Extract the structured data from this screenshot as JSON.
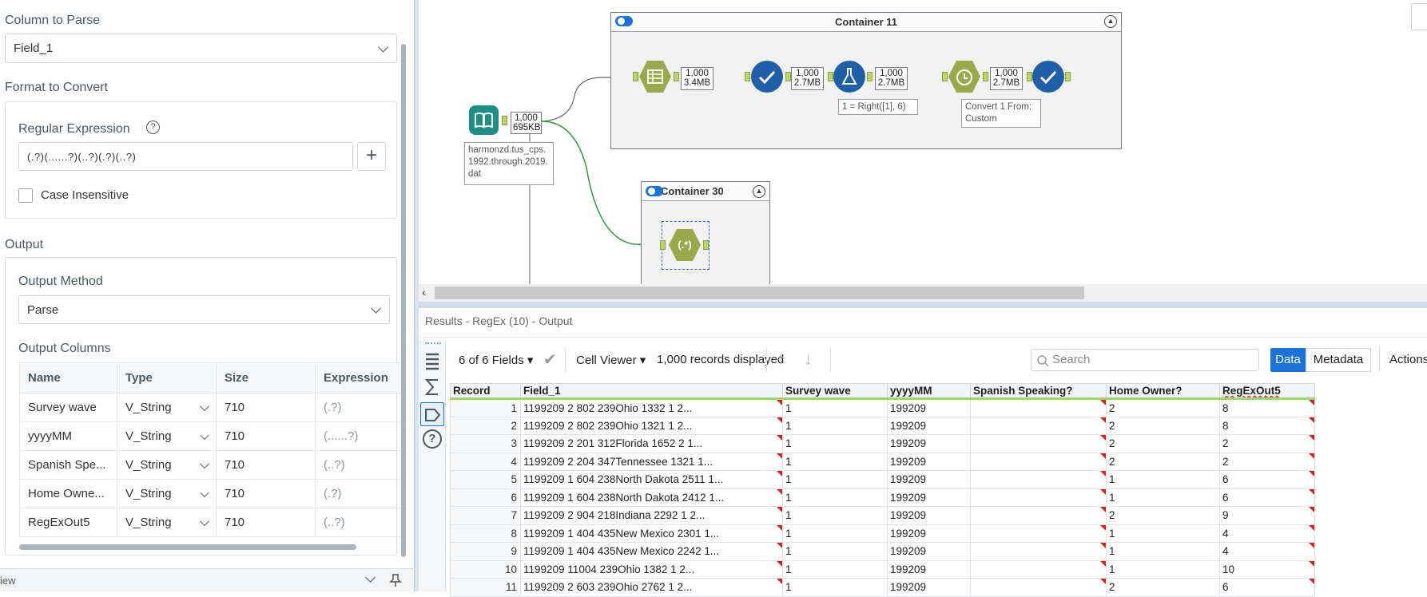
{
  "config": {
    "column_to_parse_label": "Column to Parse",
    "column_to_parse_value": "Field_1",
    "format_to_convert_label": "Format to Convert",
    "regex_label": "Regular Expression",
    "regex_value": "(.?)(......?)(..?)(.?)(..?)",
    "case_insensitive_label": "Case Insensitive",
    "output_label": "Output",
    "output_method_label": "Output Method",
    "output_method_value": "Parse",
    "output_columns_label": "Output Columns",
    "columns_headers": [
      "Name",
      "Type",
      "Size",
      "Expression"
    ],
    "columns": [
      {
        "name": "Survey wave",
        "type": "V_String",
        "size": "710",
        "expr": "(.?)"
      },
      {
        "name": "yyyyMM",
        "type": "V_String",
        "size": "710",
        "expr": "(......?)"
      },
      {
        "name": "Spanish Spe...",
        "type": "V_String",
        "size": "710",
        "expr": "(..?)"
      },
      {
        "name": "Home Owne...",
        "type": "V_String",
        "size": "710",
        "expr": "(.?)"
      },
      {
        "name": "RegExOut5",
        "type": "V_String",
        "size": "710",
        "expr": "(..?)"
      }
    ],
    "bottom_tab_label": "iew"
  },
  "canvas": {
    "container11_title": "Container 11",
    "container30_title": "Container 30",
    "input_records": "1,000",
    "input_size": "695KB",
    "input_annotation": "harmonzd.tus_cps.1992.through.2019.dat",
    "conn1_records": "1,000",
    "conn1_size": "3.4MB",
    "conn2_records": "1,000",
    "conn2_size": "2.7MB",
    "conn3_records": "1,000",
    "conn3_size": "2.7MB",
    "conn4_records": "1,000",
    "conn4_size": "2.7MB",
    "formula_annotation": "1 = Right([1], 6)",
    "convert_annotation": "Convert 1 From: Custom",
    "regex_tool_glyph": "(.*)"
  },
  "results": {
    "title": "Results - RegEx (10) - Output",
    "fields_label": "6 of 6 Fields",
    "cell_viewer_label": "Cell Viewer",
    "records_displayed": "1,000 records displayed",
    "search_placeholder": "Search",
    "data_tab": "Data",
    "metadata_tab": "Metadata",
    "actions_label": "Actions",
    "headers": [
      "Record",
      "Field_1",
      "Survey wave",
      "yyyyMM",
      "Spanish Speaking?",
      "Home Owner?",
      "RegExOut5"
    ],
    "rows": [
      [
        "1",
        "1199209  2 802  239Ohio                    1332  1  2...",
        "1",
        "199209",
        "",
        "2",
        "8"
      ],
      [
        "2",
        "1199209  2 802  239Ohio                    1321  1  2...",
        "1",
        "199209",
        "",
        "2",
        "8"
      ],
      [
        "3",
        "1199209  2 201  312Florida                 1652  2  1...",
        "1",
        "199209",
        "",
        "2",
        "2"
      ],
      [
        "4",
        "1199209  2 204  347Tennessee               1321  1...",
        "1",
        "199209",
        "",
        "2",
        "2"
      ],
      [
        "5",
        "1199209  1 604  238North Dakota          2511  1...",
        "1",
        "199209",
        "",
        "1",
        "6"
      ],
      [
        "6",
        "1199209  1 604  238North Dakota          2412  1...",
        "1",
        "199209",
        "",
        "1",
        "6"
      ],
      [
        "7",
        "1199209  2 904  218Indiana                  2292  1  2...",
        "1",
        "199209",
        "",
        "2",
        "9"
      ],
      [
        "8",
        "1199209  1 404  435New Mexico             2301  1...",
        "1",
        "199209",
        "",
        "1",
        "4"
      ],
      [
        "9",
        "1199209  1 404  435New Mexico             2242  1...",
        "1",
        "199209",
        "",
        "1",
        "4"
      ],
      [
        "10",
        "1199209  11004  239Ohio                    1382  1  2...",
        "1",
        "199209",
        "",
        "1",
        "10"
      ],
      [
        "11",
        "1199209  2 603  239Ohio                    2762  1  2...",
        "1",
        "199209",
        "",
        "2",
        "6"
      ]
    ]
  },
  "colors": {
    "accent": "#1a73d9",
    "tool_green": "#9aaa4a",
    "tool_blue": "#1f5fa8",
    "tool_teal": "#1f8f86"
  }
}
